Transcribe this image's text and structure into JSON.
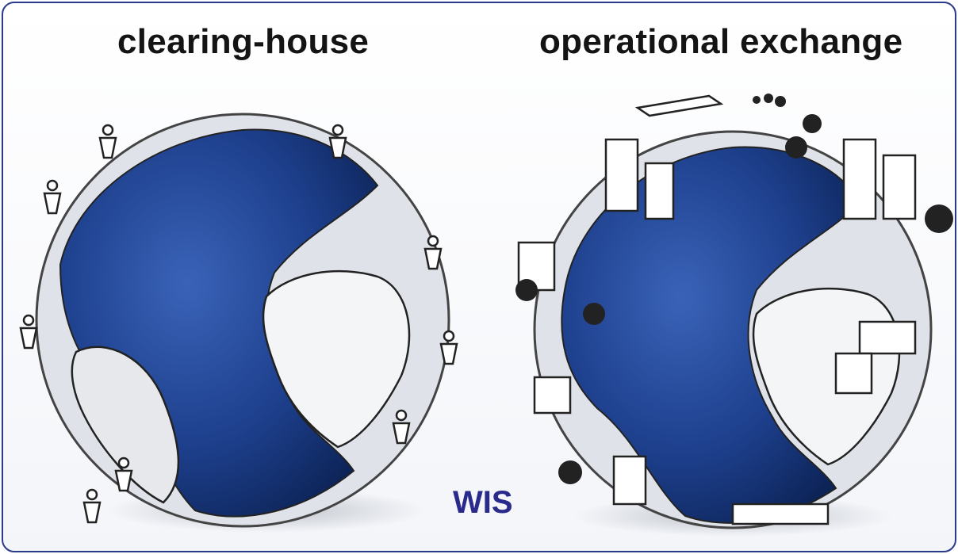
{
  "titles": {
    "left": "clearing-house",
    "right": "operational exchange"
  },
  "center_label": "WIS",
  "colors": {
    "frame_border": "#2a3a8a",
    "ocean": "#1d3f8c",
    "land": "#e9ebef",
    "label": "#2a2a8c"
  },
  "icons": {
    "left_globe": "globe-with-people-icons",
    "right_globe": "globe-with-buildings-vehicles-icons"
  }
}
